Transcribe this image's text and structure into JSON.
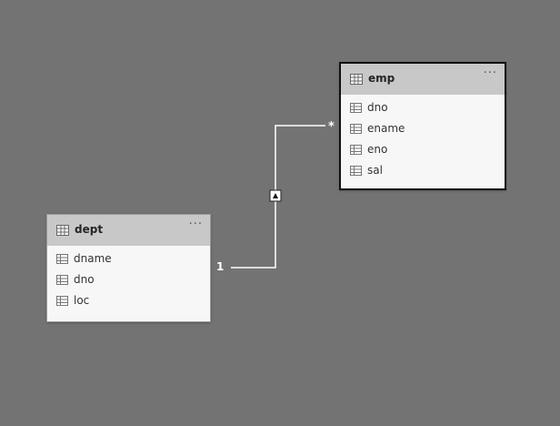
{
  "tables": [
    {
      "name": "emp",
      "fields": [
        "dno",
        "ename",
        "eno",
        "sal"
      ],
      "selected": true
    },
    {
      "name": "dept",
      "fields": [
        "dname",
        "dno",
        "loc"
      ],
      "selected": false
    }
  ],
  "relationship": {
    "from_table": "dept",
    "to_table": "emp",
    "one_side_label": "1",
    "many_side_label": "*",
    "direction_marker": "arrow-up-icon"
  },
  "colors": {
    "canvas": "#737373",
    "card_header": "#c8c8c8",
    "card_body": "#f7f7f7",
    "relationship_line": "#ffffff"
  }
}
